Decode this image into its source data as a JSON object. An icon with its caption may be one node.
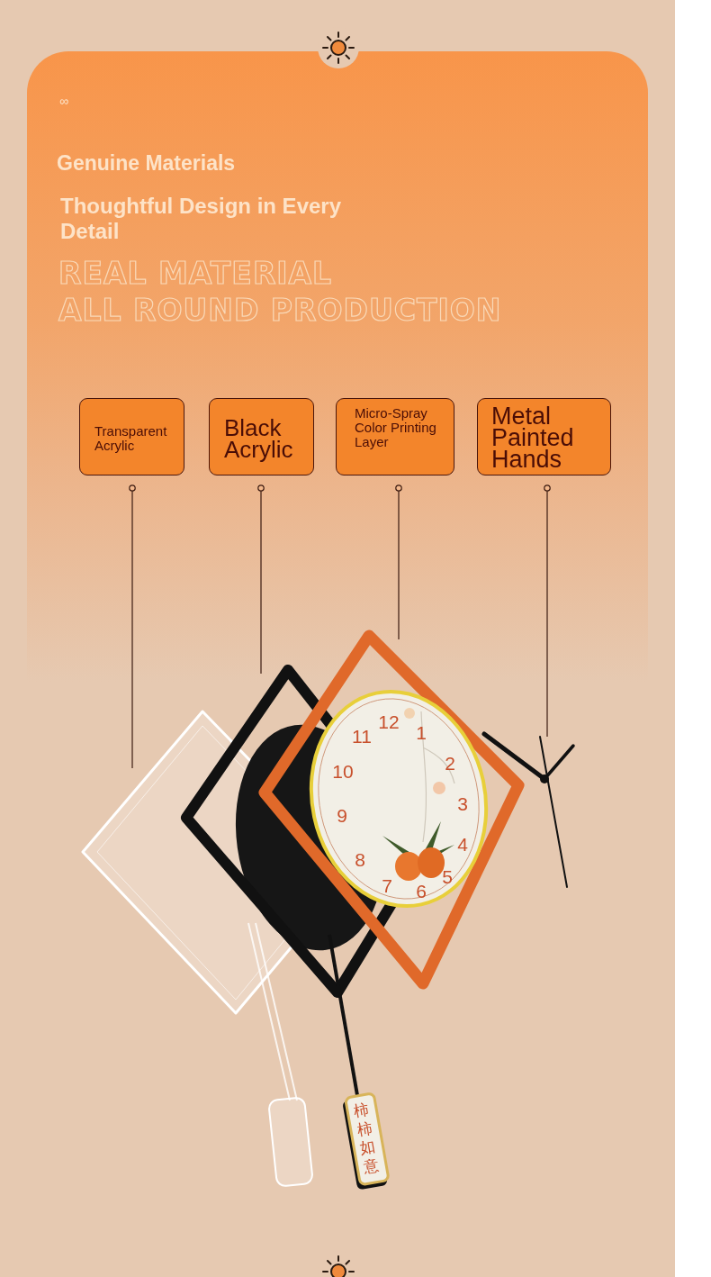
{
  "diagram": {
    "title": "Genuine Materials",
    "nodes": [
      {
        "text": [
          "Transparent Acrylic"
        ]
      },
      {
        "text": [
          "Black Acrylic"
        ]
      },
      {
        "text": [
          "Micro-Spray Color Printing Layer"
        ]
      },
      {
        "text": [
          "Metal Painted Hands"
        ]
      }
    ],
    "edges": [
      {
        "from": 0,
        "to": null,
        "arrow": "other"
      },
      {
        "from": 1,
        "to": null,
        "arrow": "other"
      },
      {
        "from": 2,
        "to": null,
        "arrow": "other"
      },
      {
        "from": 3,
        "to": null,
        "arrow": "other"
      }
    ],
    "labels": [
      "∞",
      "Thoughtful Design in Every Detail",
      "REAL MATERIAL",
      "ALL ROUND PRODUCTION",
      "12",
      "1",
      "2",
      "3",
      "4",
      "5",
      "6",
      "7",
      "8",
      "9",
      "10",
      "11",
      "柿柿如意"
    ]
  }
}
